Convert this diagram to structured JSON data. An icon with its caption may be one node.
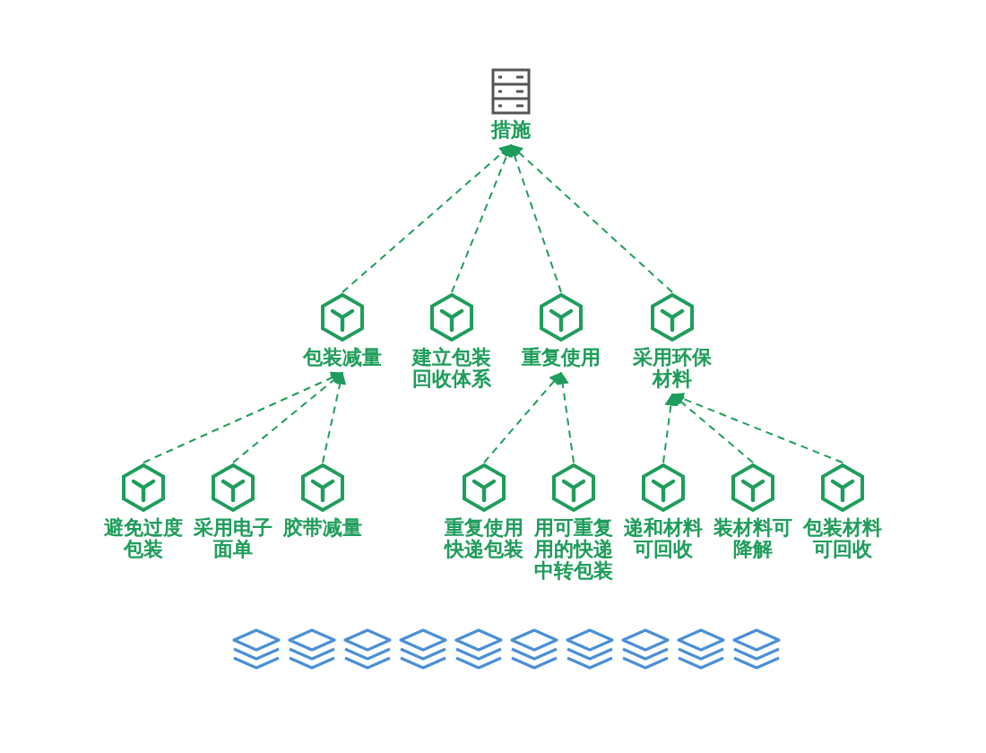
{
  "diagram": {
    "nodes": [
      {
        "text": [
          "措施"
        ]
      },
      {
        "text": [
          "包装减量"
        ]
      },
      {
        "text": [
          "建立包装回收体系"
        ]
      },
      {
        "text": [
          "重复使用"
        ]
      },
      {
        "text": [
          "采用环保材料"
        ]
      },
      {
        "text": [
          "避免过度包装"
        ]
      },
      {
        "text": [
          "采用电子面单"
        ]
      },
      {
        "text": [
          "胶带减量"
        ]
      },
      {
        "text": [
          "重复使用快递包装"
        ]
      },
      {
        "text": [
          "用可重复用的快递中转包装"
        ]
      },
      {
        "text": [
          "递和材料可回收"
        ]
      },
      {
        "text": [
          "装材料可降解"
        ]
      },
      {
        "text": [
          "包装材料可回收"
        ]
      },
      {
        "text": [],
        "shape": "box"
      },
      {
        "text": [],
        "shape": "box"
      },
      {
        "text": [],
        "shape": "box"
      },
      {
        "text": [],
        "shape": "box"
      },
      {
        "text": [],
        "shape": "box"
      },
      {
        "text": [],
        "shape": "box"
      },
      {
        "text": [],
        "shape": "box"
      },
      {
        "text": [],
        "shape": "box"
      },
      {
        "text": [],
        "shape": "box"
      },
      {
        "text": [],
        "shape": "box"
      }
    ],
    "edges": [
      {
        "from": 1,
        "to": 0,
        "arrow": "to"
      },
      {
        "from": 2,
        "to": 0,
        "arrow": "to"
      },
      {
        "from": 3,
        "to": 0,
        "arrow": "to"
      },
      {
        "from": 4,
        "to": 0,
        "arrow": "to"
      },
      {
        "from": 5,
        "to": 1,
        "arrow": "to"
      },
      {
        "from": 6,
        "to": 1,
        "arrow": "to"
      },
      {
        "from": 7,
        "to": 1,
        "arrow": "to"
      },
      {
        "from": 8,
        "to": 3,
        "arrow": "to"
      },
      {
        "from": 9,
        "to": 3,
        "arrow": "to"
      },
      {
        "from": 10,
        "to": 4,
        "arrow": "to"
      },
      {
        "from": 11,
        "to": 4,
        "arrow": "to"
      },
      {
        "from": 12,
        "to": 4,
        "arrow": "to"
      }
    ]
  }
}
